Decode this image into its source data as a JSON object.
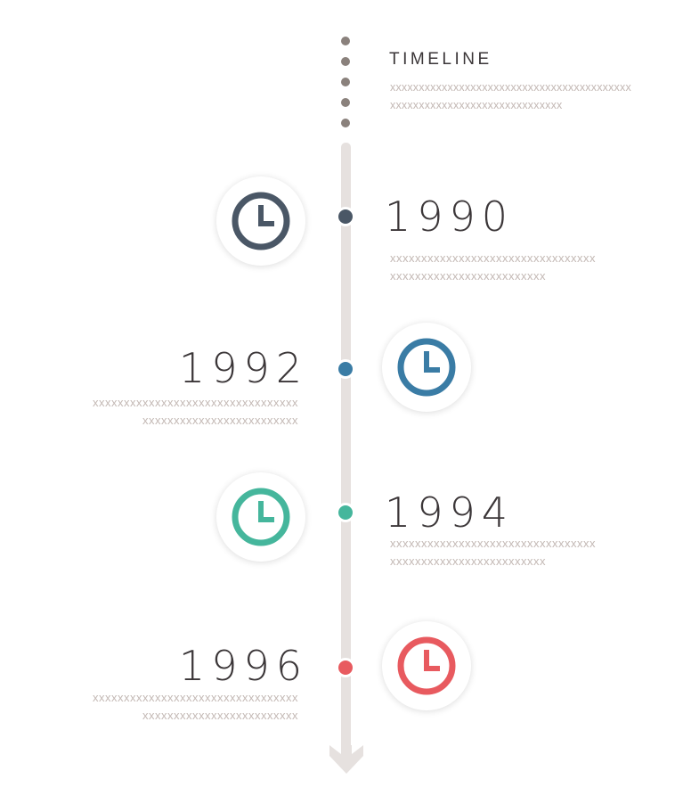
{
  "header": {
    "title": "TIMELINE",
    "description_lines": [
      "xxxxxxxxxxxxxxxxxxxxxxxxxxxxxxxxxxxxxxxxxx",
      "xxxxxxxxxxxxxxxxxxxxxxxxxxxxxx"
    ]
  },
  "events": [
    {
      "year": "1990",
      "color": "#4a5766",
      "icon": "clock-icon",
      "description_lines": [
        "xxxxxxxxxxxxxxxxxxxxxxxxxxxxxxxxx",
        "xxxxxxxxxxxxxxxxxxxxxxxxx"
      ]
    },
    {
      "year": "1992",
      "color": "#3a7ca5",
      "icon": "clock-icon",
      "description_lines": [
        "xxxxxxxxxxxxxxxxxxxxxxxxxxxxxxxxx",
        "xxxxxxxxxxxxxxxxxxxxxxxxx"
      ]
    },
    {
      "year": "1994",
      "color": "#45b69c",
      "icon": "clock-icon",
      "description_lines": [
        "xxxxxxxxxxxxxxxxxxxxxxxxxxxxxxxxx",
        "xxxxxxxxxxxxxxxxxxxxxxxxx"
      ]
    },
    {
      "year": "1996",
      "color": "#e85a5f",
      "icon": "clock-icon",
      "description_lines": [
        "xxxxxxxxxxxxxxxxxxxxxxxxxxxxxxxxx",
        "xxxxxxxxxxxxxxxxxxxxxxxxx"
      ]
    }
  ],
  "axis_color": "#e6e1df",
  "dots_color": "#8a817c"
}
